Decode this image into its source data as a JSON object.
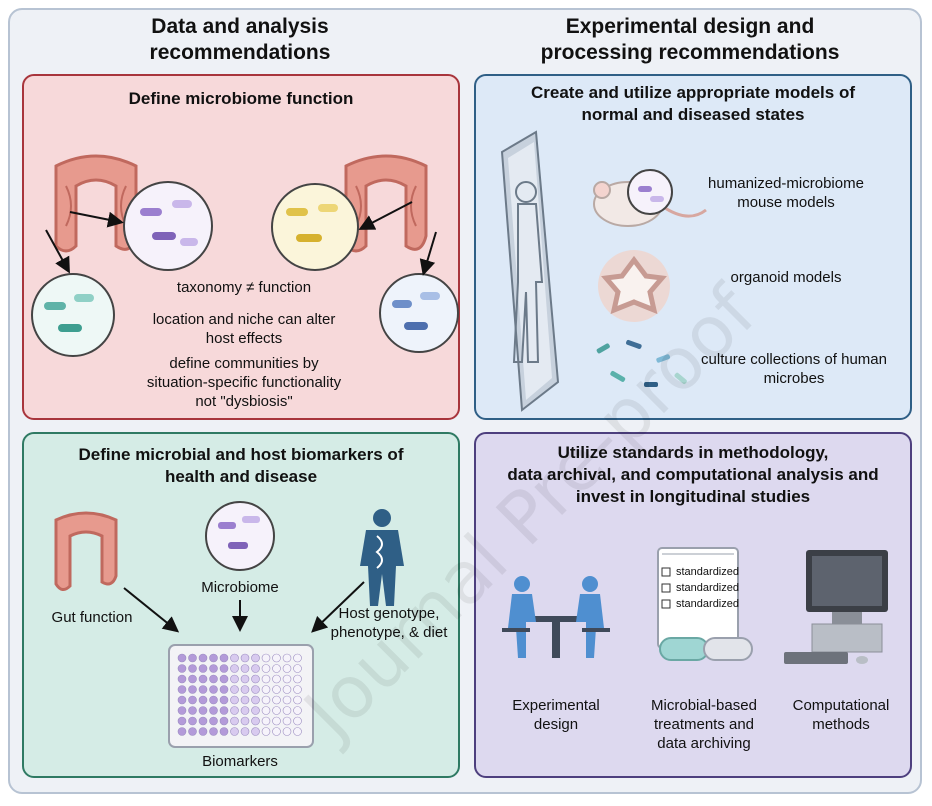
{
  "columns": {
    "left_title_line1": "Data and analysis",
    "left_title_line2": "recommendations",
    "right_title_line1": "Experimental design and",
    "right_title_line2": "processing recommendations"
  },
  "panel_function": {
    "title": "Define microbiome function",
    "item1": "taxonomy ≠ function",
    "item2_line1": "location and niche can alter",
    "item2_line2": "host effects",
    "item3_line1": "define communities by",
    "item3_line2": "situation-specific functionality",
    "item3_line3": "not \"dysbiosis\""
  },
  "panel_models": {
    "title_line1": "Create and utilize appropriate models of",
    "title_line2": "normal and diseased states",
    "model1_line1": "humanized-microbiome",
    "model1_line2": "mouse models",
    "model2": "organoid models",
    "model3_line1": "culture collections of human",
    "model3_line2": "microbes"
  },
  "panel_biomarkers": {
    "title_line1": "Define microbial and host biomarkers of",
    "title_line2": "health and disease",
    "gut_label": "Gut function",
    "microbiome_label": "Microbiome",
    "host_line1": "Host genotype,",
    "host_line2": "phenotype, & diet",
    "biomarkers_label": "Biomarkers"
  },
  "panel_standards": {
    "title_line1": "Utilize standards in methodology,",
    "title_line2": "data archival, and computational analysis and",
    "title_line3": "invest in longitudinal studies",
    "checklist": [
      "standardized",
      "standardized",
      "standardized"
    ],
    "col1_line1": "Experimental",
    "col1_line2": "design",
    "col2_line1": "Microbial-based",
    "col2_line2": "treatments and",
    "col2_line3": "data archiving",
    "col3_line1": "Computational",
    "col3_line2": "methods"
  },
  "watermark": "Journal Pre-proof",
  "colors": {
    "pink_panel": "#f7d9da",
    "pink_border": "#a8353c",
    "blue_panel": "#dde9f7",
    "blue_border": "#2f5f86",
    "teal_panel": "#d5ece6",
    "teal_border": "#2f7a63",
    "lavender_panel": "#ddd9ef",
    "lavender_border": "#4d3f7e"
  }
}
